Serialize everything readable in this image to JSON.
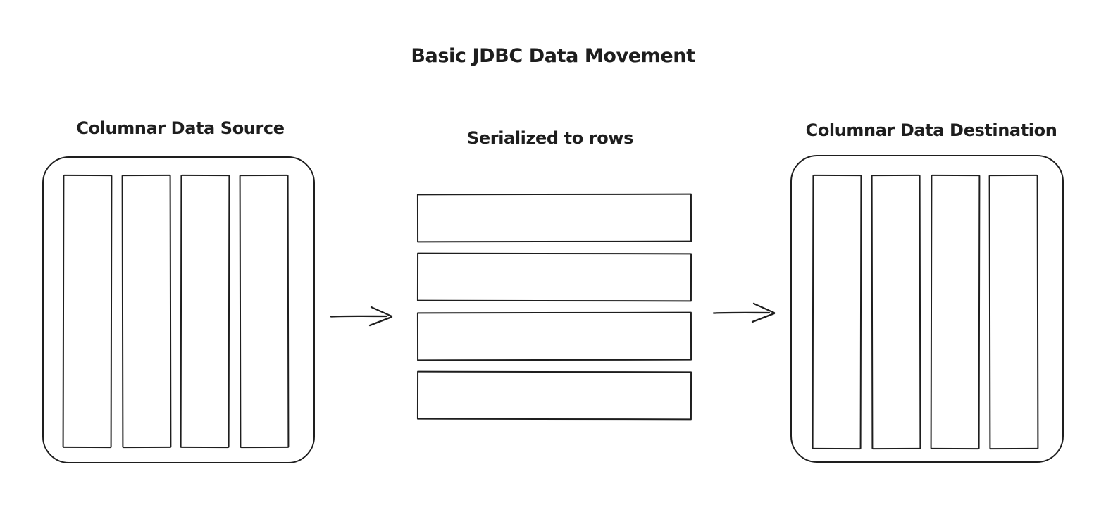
{
  "title": "Basic JDBC Data Movement",
  "colors": {
    "stroke": "#1e1e1e",
    "background": "#ffffff"
  },
  "source": {
    "label": "Columnar Data Source",
    "column_count": 4
  },
  "serialized": {
    "label": "Serialized to rows",
    "row_count": 4
  },
  "destination": {
    "label": "Columnar Data Destination",
    "column_count": 4
  },
  "arrows": [
    {
      "name": "source-to-serialized",
      "glyph": "→",
      "direction": "right"
    },
    {
      "name": "serialized-to-destination",
      "glyph": "→",
      "direction": "right"
    }
  ]
}
